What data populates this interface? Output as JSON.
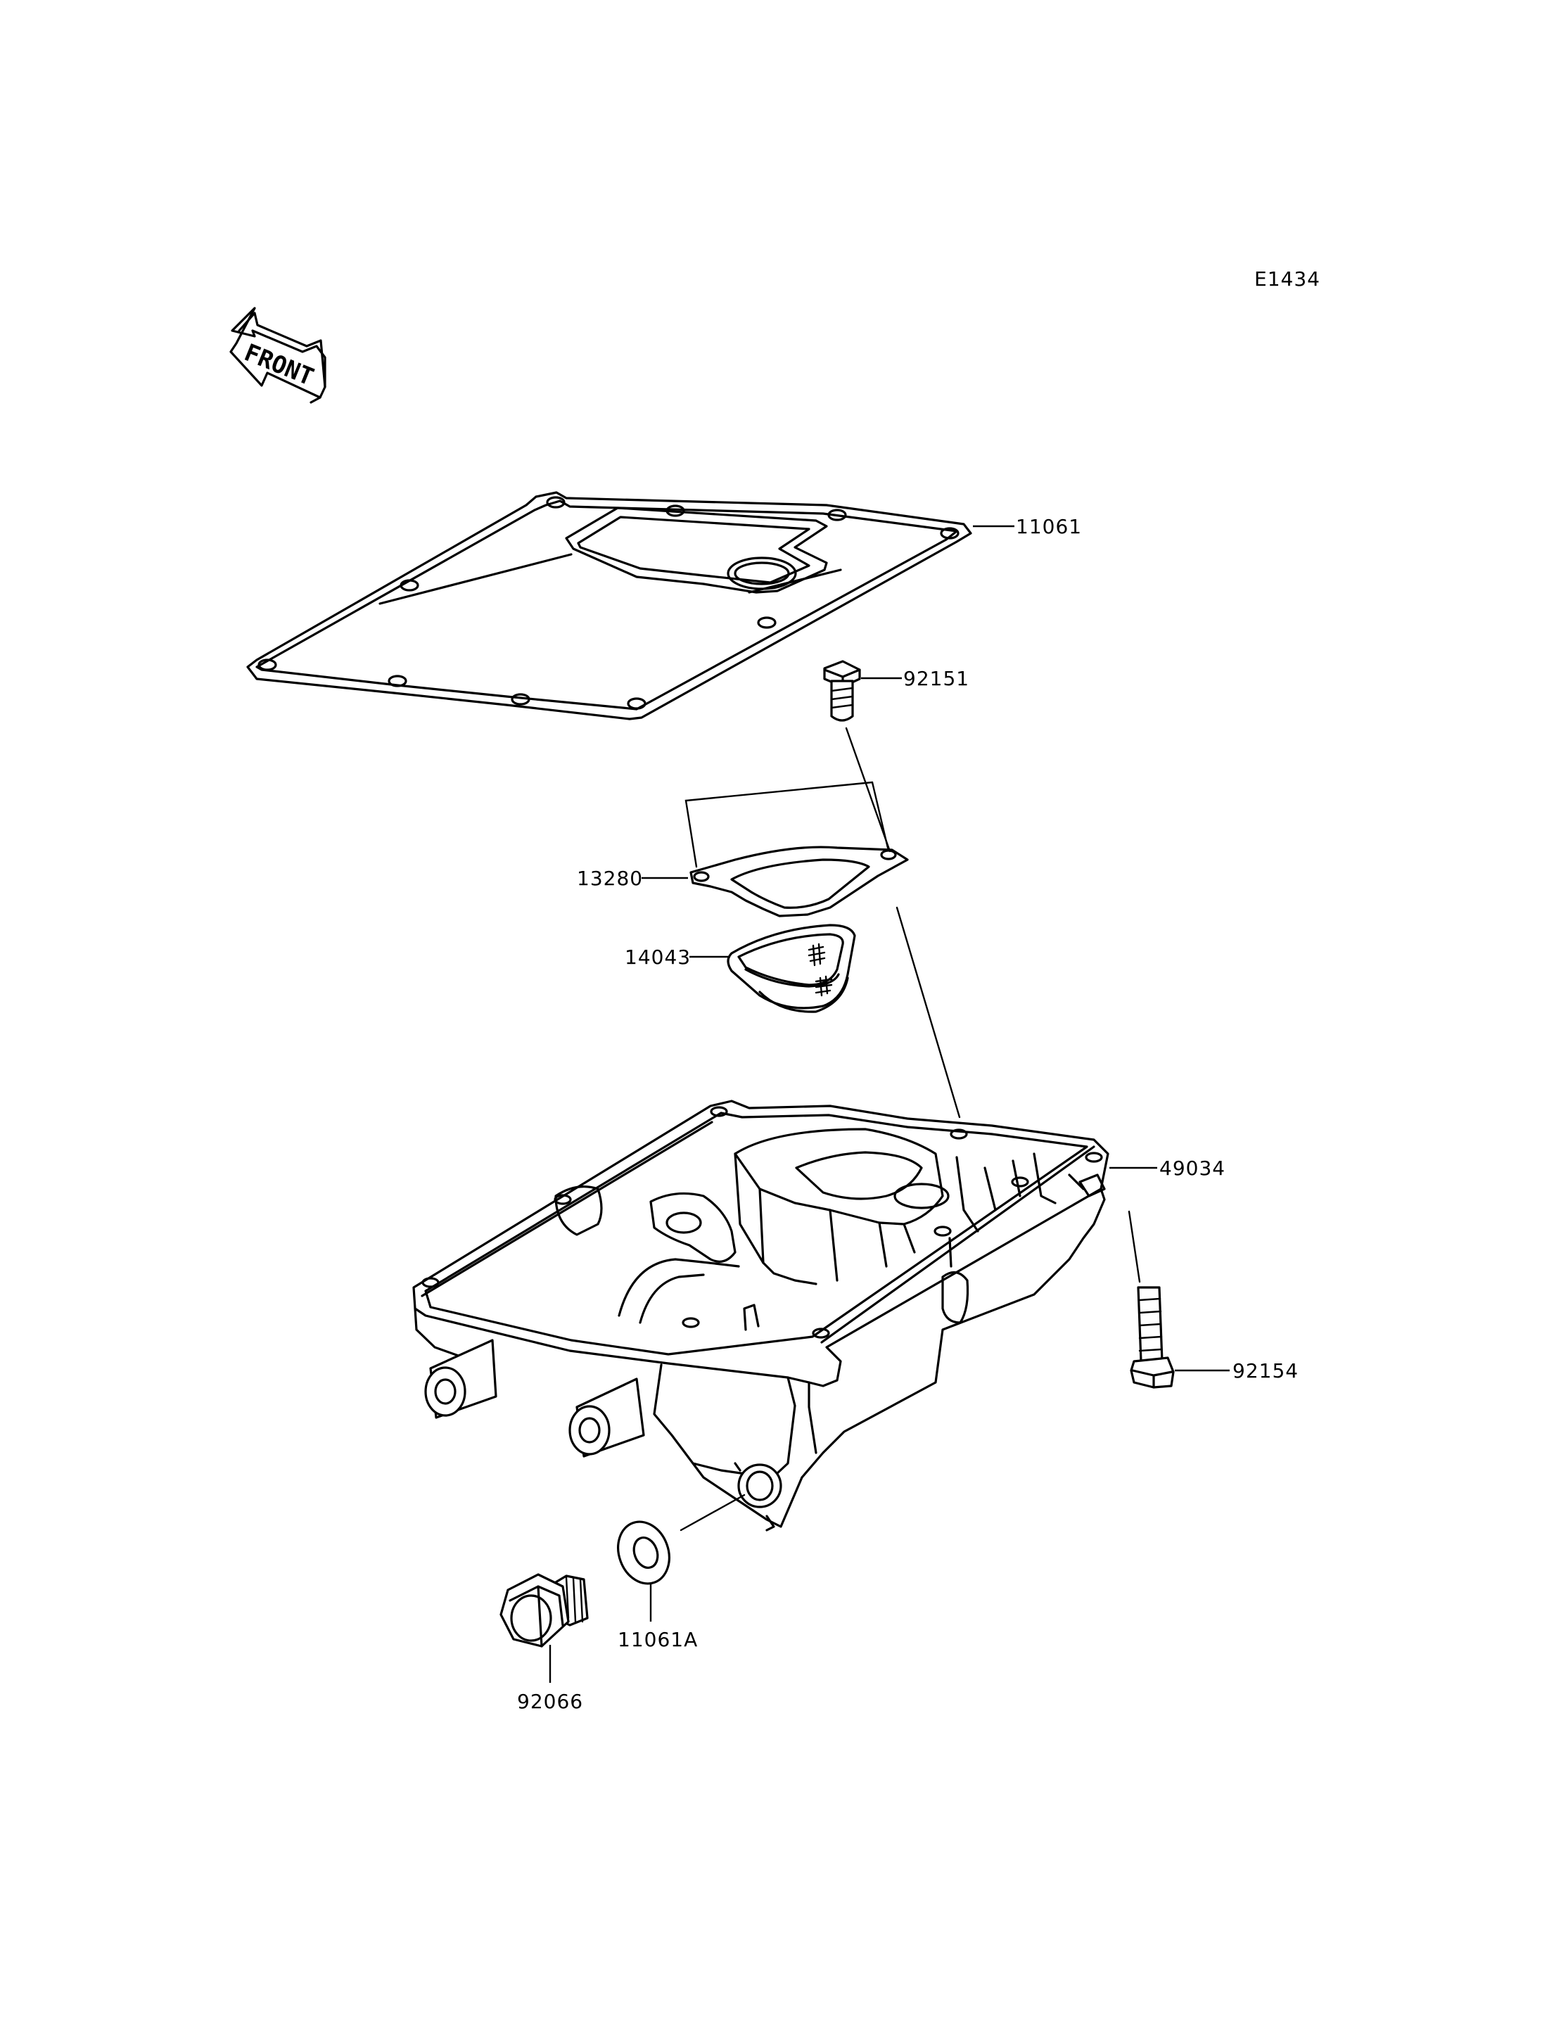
{
  "diagram": {
    "code": "E1434",
    "front_label": "FRONT",
    "parts": [
      {
        "number": "11061",
        "part": "oil-pan-gasket"
      },
      {
        "number": "92151",
        "part": "strainer-bolt"
      },
      {
        "number": "13280",
        "part": "strainer-plate"
      },
      {
        "number": "14043",
        "part": "oil-strainer"
      },
      {
        "number": "49034",
        "part": "oil-pan"
      },
      {
        "number": "92154",
        "part": "oil-pan-bolt"
      },
      {
        "number": "11061A",
        "part": "drain-plug-washer"
      },
      {
        "number": "92066",
        "part": "drain-plug"
      }
    ]
  }
}
